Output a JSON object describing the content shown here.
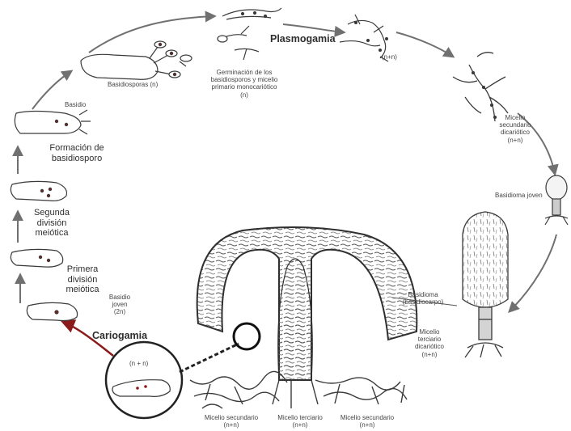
{
  "labels": {
    "plasmogamia": "Plasmogamia",
    "basidiosporas": "Basidiosporas (n)",
    "germinacion": [
      "Germinación de los",
      "basidiosporos y micelio",
      "primario monocariótico",
      "(n)"
    ],
    "nn_top": "(n+n)",
    "micelio_secundario": [
      "Micelio",
      "secundario",
      "dicariótico",
      "(n+n)"
    ],
    "basidio": "Basidio",
    "formacion": [
      "Formación de",
      "basidiosporo"
    ],
    "basidioma_joven": "Basidioma joven",
    "segunda": [
      "Segunda",
      "división",
      "meiótica"
    ],
    "primera": [
      "Primera",
      "división",
      "meiótica"
    ],
    "basidio_joven": [
      "Basidio",
      "joven",
      "(2n)"
    ],
    "basidioma": [
      "Basidioma",
      "(basidiocarpo)"
    ],
    "micelio_terciario": [
      "Micelio",
      "terciario",
      "dicariótico",
      "(n+n)"
    ],
    "cariogamia": "Cariogamia",
    "nucleo": "(n + n)",
    "bottom_left": "Micelio secundario",
    "bottom_mid": "Micelio terciario",
    "bottom_right": "Micelio secundario",
    "bottom_left_sub": "(n+n)",
    "bottom_mid_sub": "(n+n)",
    "bottom_right_sub": "(n+n)"
  },
  "colors": {
    "arrow": "#707070",
    "red_arrow": "#8b1a1a",
    "ink": "#3a3a3a",
    "nucleus": "#8b1a1a"
  }
}
